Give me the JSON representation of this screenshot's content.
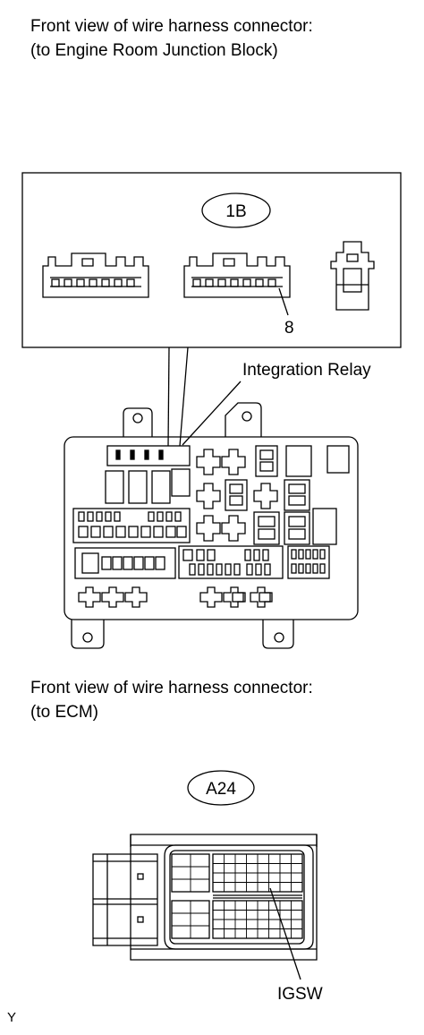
{
  "captions": {
    "top_line1": "Front view of wire harness connector:",
    "top_line2": "(to Engine Room Junction Block)",
    "bottom_line1": "Front view of wire harness connector:",
    "bottom_line2": "(to ECM)"
  },
  "labels": {
    "connector_1b": "1B",
    "pin_8": "8",
    "integration_relay": "Integration Relay",
    "connector_a24": "A24",
    "igsw": "IGSW",
    "corner_mark": "Y"
  }
}
